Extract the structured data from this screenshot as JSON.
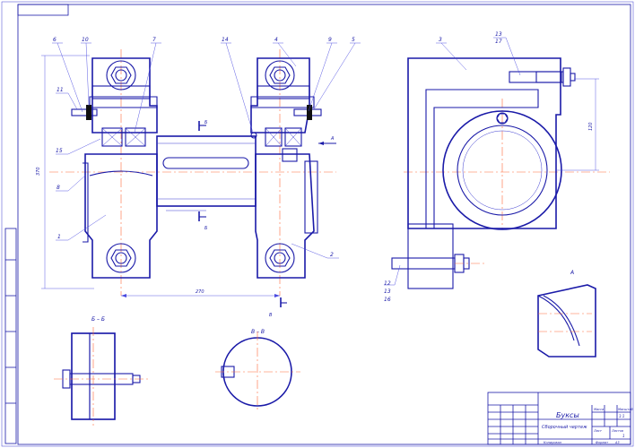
{
  "title_block": {
    "name": "Буксы",
    "doc_type": "Сборочный чертеж",
    "sheet": "Лист",
    "sheets": "Листов",
    "sheets_count": "1",
    "mass": "Масса",
    "scale": "Масштаб",
    "scale_value": "1:1",
    "copied": "Копировал",
    "format": "Формат",
    "format_value": "A3"
  },
  "leaders": [
    "1",
    "2",
    "3",
    "4",
    "5",
    "6",
    "7",
    "8",
    "9",
    "10",
    "11",
    "12",
    "13",
    "14",
    "15",
    "16",
    "17"
  ],
  "sections": {
    "bb": "Б – Б",
    "vv": "В – В",
    "view_a": "А"
  },
  "dims": {
    "height": "370",
    "width": "270",
    "right": "120"
  },
  "marks": {
    "b": "Б",
    "v": "В",
    "a": "А"
  }
}
